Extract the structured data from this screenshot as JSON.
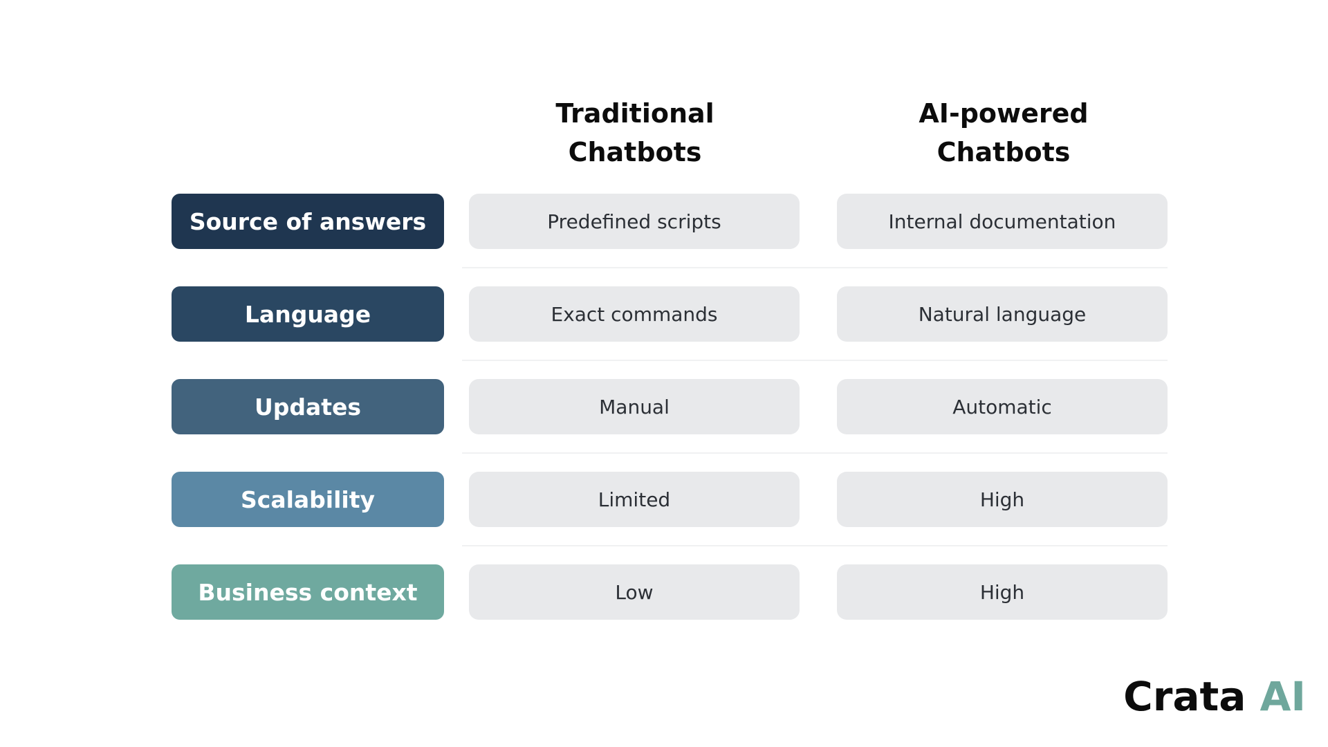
{
  "columns": {
    "traditional": "Traditional\nChatbots",
    "ai": "AI-powered\nChatbots"
  },
  "rows": [
    {
      "label": "Source of answers",
      "traditional": "Predefined scripts",
      "ai": "Internal documentation",
      "color": "#1f3650"
    },
    {
      "label": "Language",
      "traditional": "Exact commands",
      "ai": "Natural language",
      "color": "#2a4762"
    },
    {
      "label": "Updates",
      "traditional": "Manual",
      "ai": "Automatic",
      "color": "#42637d"
    },
    {
      "label": "Scalability",
      "traditional": "Limited",
      "ai": "High",
      "color": "#5b88a5"
    },
    {
      "label": "Business context",
      "traditional": "Low",
      "ai": "High",
      "color": "#6fa99f"
    }
  ],
  "logo": {
    "main": "Crata ",
    "accent": "AI"
  },
  "colors": {
    "cell_background": "#e8e9eb",
    "logo_accent": "#6fa79c"
  }
}
